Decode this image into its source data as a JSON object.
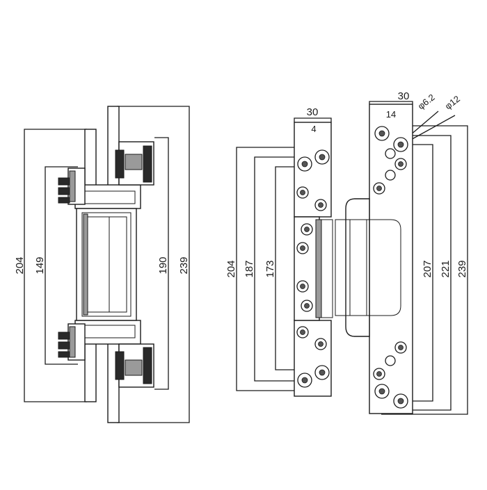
{
  "side_view": {
    "dimensions": [
      "204",
      "149",
      "190",
      "239"
    ]
  },
  "front_view": {
    "left_leaf_dims": [
      "204",
      "187",
      "173"
    ],
    "right_leaf_dims": [
      "207",
      "221",
      "239"
    ],
    "top_left": {
      "width": "30",
      "spacing": "4"
    },
    "top_right": {
      "width": "30",
      "spacing": "14",
      "hole_small": "φ6.2",
      "hole_large": "φ12"
    }
  }
}
